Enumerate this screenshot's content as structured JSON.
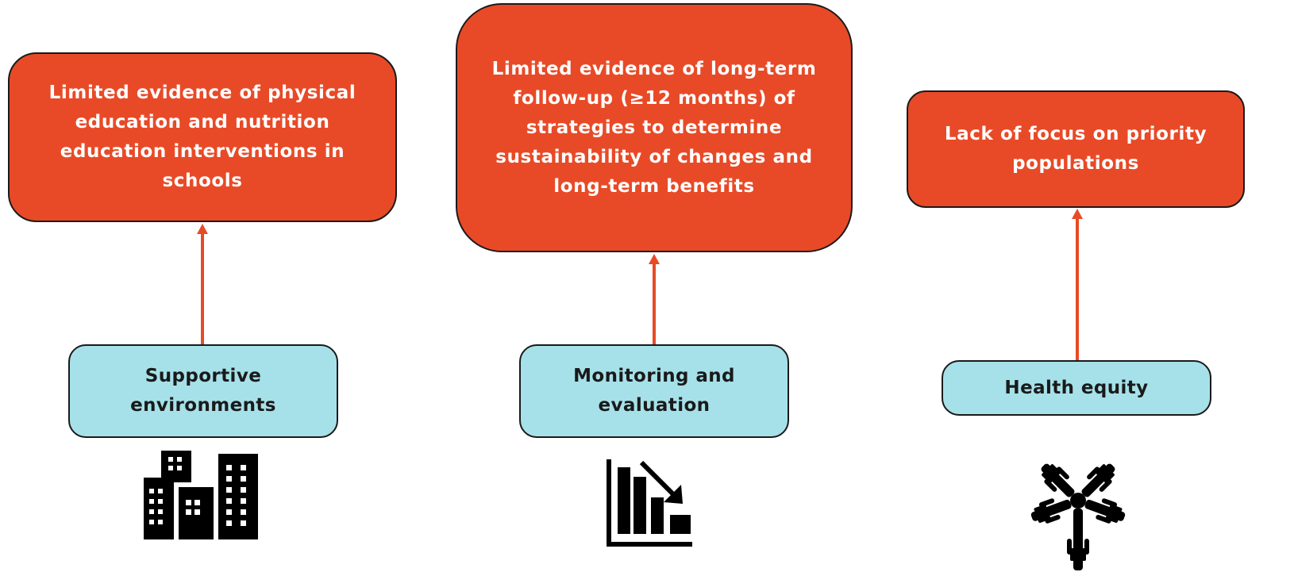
{
  "columns": [
    {
      "gap_text": "Limited evidence of physical education and nutrition education interventions in schools",
      "category": "Supportive environments",
      "icon": "buildings-icon"
    },
    {
      "gap_text": "Limited evidence of long-term follow-up (≥12 months) of strategies to determine sustainability of changes and long-term benefits",
      "category": "Monitoring and evaluation",
      "icon": "declining-chart-icon"
    },
    {
      "gap_text": "Lack of focus on priority populations",
      "category": "Health equity",
      "icon": "joined-hands-icon"
    }
  ],
  "colors": {
    "gap_box": "#e84a27",
    "category_box": "#a6e1e9",
    "arrow": "#e84a27",
    "icon": "#000000"
  }
}
